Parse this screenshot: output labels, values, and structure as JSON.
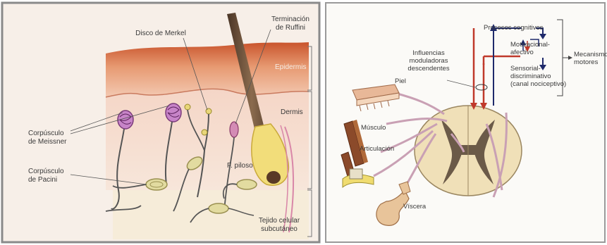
{
  "left_panel": {
    "labels": {
      "ruffini_line1": "Terminación",
      "ruffini_line2": "de Ruffini",
      "merkel": "Disco de Merkel",
      "epidermis": "Epidermis",
      "dermis": "Dermis",
      "meissner_line1": "Corpúsculo",
      "meissner_line2": "de Meissner",
      "pacini_line1": "Corpúsculo",
      "pacini_line2": "de Pacini",
      "f_piloso": "F. piloso",
      "tejido_line1": "Tejido celular",
      "tejido_line2": "subcutáneo"
    }
  },
  "right_panel": {
    "labels": {
      "procesos": "Procesos cognitivos",
      "motivacional_line1": "Motivacional-",
      "motivacional_line2": "afectivo",
      "sensorial_line1": "Sensorial-",
      "sensorial_line2": "discriminativo",
      "sensorial_line3": "(canal nociceptivo)",
      "influencias_line1": "Influencias",
      "influencias_line2": "moduladoras",
      "influencias_line3": "descendentes",
      "mecanismos_line1": "Mecanismos",
      "mecanismos_line2": "motores",
      "piel": "Piel",
      "musculo": "Músculo",
      "articulacion": "Articulación",
      "viscera": "Víscera"
    },
    "colors": {
      "descending": "#c0392b",
      "ascending": "#1f2a6b",
      "spinal_cord": "#f0e0b8",
      "gray_matter": "#6b5a48"
    }
  }
}
